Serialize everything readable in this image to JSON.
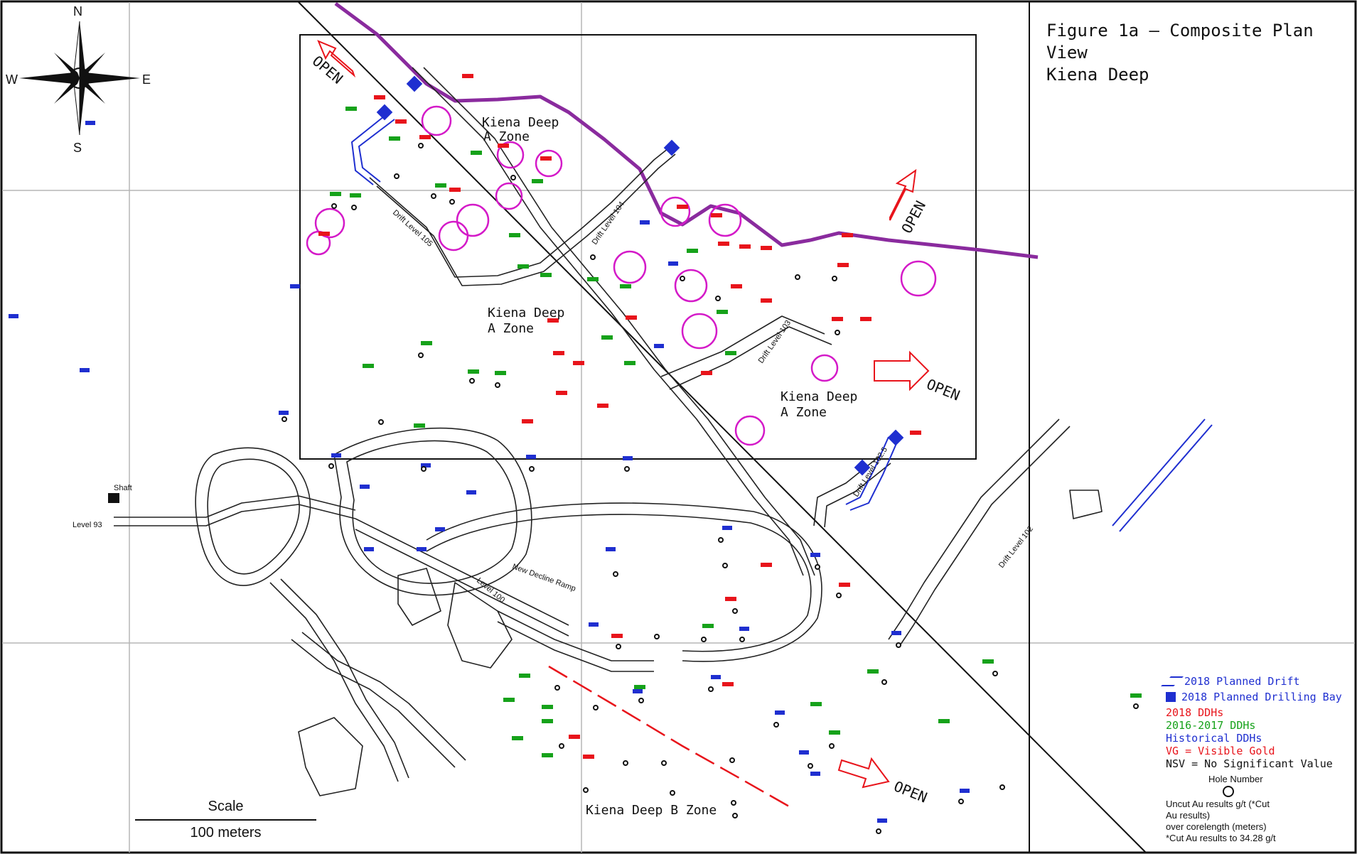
{
  "title": {
    "line1": "Figure 1a – Composite Plan View",
    "line2": "Kiena Deep"
  },
  "compass": {
    "n": "N",
    "s": "S",
    "e": "E",
    "w": "W"
  },
  "zones": {
    "a_top": [
      "Kiena Deep",
      "A Zone"
    ],
    "a_mid": [
      "Kiena Deep",
      "A Zone"
    ],
    "a_right": [
      "Kiena Deep",
      "A Zone"
    ],
    "b": "Kiena Deep B Zone"
  },
  "open_label": "OPEN",
  "labels": {
    "drift_105": "Drift Level 105",
    "drift_104": "Drift Level 104",
    "drift_103": "Drift Level 103",
    "drift_1025": "Drift Level 102.5",
    "drift_102": "Drift Level 102",
    "level_100": "Level 100",
    "level_93": "Level 93",
    "ramp": "New Decline Ramp",
    "shaft": "Shaft"
  },
  "legend": {
    "planned_drift": "2018 Planned Drift",
    "planned_bay": "2018 Planned Drilling Bay",
    "ddh_2018": "2018 DDHs",
    "ddh_2016": "2016-2017 DDHs",
    "historical": "Historical DDHs",
    "vg": "VG = Visible Gold",
    "nsv": "NSV = No Significant Value",
    "hole_number": "Hole Number",
    "notes": [
      "Uncut Au results g/t (*Cut",
      "Au results)",
      "over corelength (meters)",
      "*Cut Au results to 34.28 g/t"
    ]
  },
  "scale": {
    "title": "Scale",
    "label": "100 meters"
  },
  "colors": {
    "red": "#e8141b",
    "green": "#16a21a",
    "blue": "#1f2fd0",
    "purple": "#8a2b9e",
    "magenta": "#d41ac8",
    "black": "#111111"
  }
}
